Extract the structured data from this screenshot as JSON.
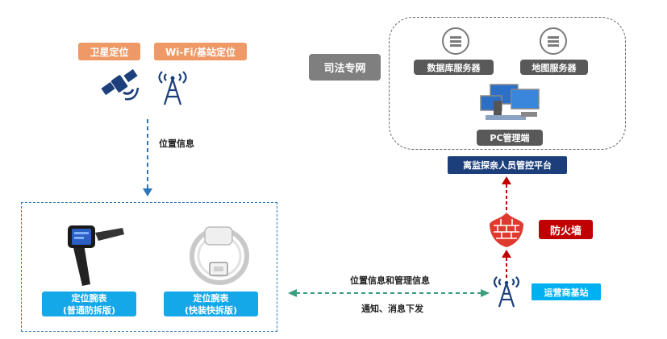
{
  "positioning": {
    "satellite_label": "卫星定位",
    "wifi_label": "Wi-Fi/基站定位"
  },
  "location_info_label": "位置信息",
  "justice_network": {
    "label": "司法专网",
    "database_server": "数据库服务器",
    "map_server": "地图服务器",
    "pc_terminal": "PC管理端"
  },
  "platform_label": "离监探亲人员管控平台",
  "firewall_label": "防火墙",
  "base_station_label": "运营商基站",
  "link": {
    "upper_label": "位置信息和管理信息",
    "lower_label": "通知、消息下发"
  },
  "devices": [
    {
      "name": "定位腕表",
      "variant": "(普通防拆版)"
    },
    {
      "name": "定位腕表",
      "variant": "(快装快拆版)"
    }
  ],
  "colors": {
    "orange": "#ee9966",
    "navy": "#1c3f7c",
    "red": "#c00000",
    "cyan": "#00b0f0",
    "green_arrow": "#3a9e7a",
    "blue_dashed": "#2e75b6"
  }
}
